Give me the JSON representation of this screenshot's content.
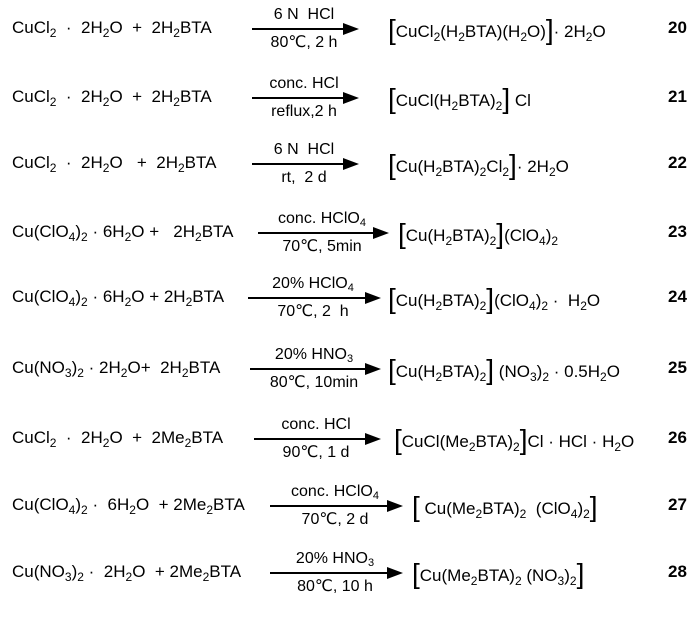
{
  "reactions": [
    {
      "left": "CuCl<sub>2</sub> &nbsp;· &nbsp;2H<sub>2</sub>O &nbsp;+ &nbsp;2H<sub>2</sub>BTA",
      "above": "6 N &nbsp;HCl",
      "below": "80℃, 2 h",
      "product": "<span class='bk'>[</span>CuCl<sub>2</sub>(H<sub>2</sub>BTA)(H<sub>2</sub>O)<span class='bk'>]</span>· 2H<sub>2</sub>O",
      "number": "20"
    },
    {
      "left": "CuCl<sub>2</sub> &nbsp;· &nbsp;2H<sub>2</sub>O &nbsp;+ &nbsp;2H<sub>2</sub>BTA",
      "above": "conc. HCl",
      "below": "reflux,2 h",
      "product": "<span class='bk'>[</span>CuCl(H<sub>2</sub>BTA)<sub>2</sub><span class='bk'>]</span> Cl",
      "number": "21"
    },
    {
      "left": "CuCl<sub>2</sub> &nbsp;· &nbsp;2H<sub>2</sub>O &nbsp;&nbsp;+ &nbsp;2H<sub>2</sub>BTA",
      "above": "6 N &nbsp;HCl",
      "below": "rt, &nbsp;2 d",
      "product": "<span class='bk'>[</span>Cu(H<sub>2</sub>BTA)<sub>2</sub>Cl<sub>2</sub><span class='bk'>]</span>· 2H<sub>2</sub>O",
      "number": "22"
    },
    {
      "left": "Cu(ClO<sub>4</sub>)<sub>2</sub> · 6H<sub>2</sub>O + &nbsp;&nbsp;2H<sub>2</sub>BTA",
      "above": "conc. HClO<sub>4</sub>",
      "below": "70℃, 5min",
      "product": "<span class='bk'>[</span>Cu(H<sub>2</sub>BTA)<sub>2</sub><span class='bk'>]</span>(ClO<sub>4</sub>)<sub>2</sub>",
      "number": "23"
    },
    {
      "left": "Cu(ClO<sub>4</sub>)<sub>2</sub> · 6H<sub>2</sub>O + 2H<sub>2</sub>BTA",
      "above": "20% HClO<sub>4</sub>",
      "below": "70℃, 2 &nbsp;h",
      "product": "<span class='bk'>[</span>Cu(H<sub>2</sub>BTA)<sub>2</sub><span class='bk'>]</span>(ClO<sub>4</sub>)<sub>2</sub> · &nbsp;H<sub>2</sub>O",
      "number": "24"
    },
    {
      "left": "Cu(NO<sub>3</sub>)<sub>2</sub> · 2H<sub>2</sub>O+ &nbsp;2H<sub>2</sub>BTA",
      "above": "20% HNO<sub>3</sub>",
      "below": "80℃, 10min",
      "product": "<span class='bk'>[</span>Cu(H<sub>2</sub>BTA)<sub>2</sub><span class='bk'>]</span> (NO<sub>3</sub>)<sub>2</sub> · 0.5H<sub>2</sub>O",
      "number": "25"
    },
    {
      "left": "CuCl<sub>2</sub> &nbsp;· &nbsp;2H<sub>2</sub>O &nbsp;+ &nbsp;2Me<sub>2</sub>BTA",
      "above": "conc. HCl",
      "below": "90℃, 1 d",
      "product": "<span class='bk'>[</span>CuCl(Me<sub>2</sub>BTA)<sub>2</sub><span class='bk'>]</span>Cl · HCl · H<sub>2</sub>O",
      "number": "26"
    },
    {
      "left": "Cu(ClO<sub>4</sub>)<sub>2</sub> · &nbsp;6H<sub>2</sub>O &nbsp;+ 2Me<sub>2</sub>BTA",
      "above": "conc. HClO<sub>4</sub>",
      "below": "70℃, 2 d",
      "product": "<span class='bk'>[</span> Cu(Me<sub>2</sub>BTA)<sub>2</sub> &nbsp;(ClO<sub>4</sub>)<sub>2</sub><span class='bk'>]</span>",
      "number": "27"
    },
    {
      "left": "Cu(NO<sub>3</sub>)<sub>2</sub> · &nbsp;2H<sub>2</sub>O &nbsp;+ 2Me<sub>2</sub>BTA",
      "above": "20% HNO<sub>3</sub>",
      "below": "80℃, 10 h",
      "product": "<span class='bk'>[</span>Cu(Me<sub>2</sub>BTA)<sub>2</sub> (NO<sub>3</sub>)<sub>2</sub><span class='bk'>]</span>",
      "number": "28"
    }
  ]
}
